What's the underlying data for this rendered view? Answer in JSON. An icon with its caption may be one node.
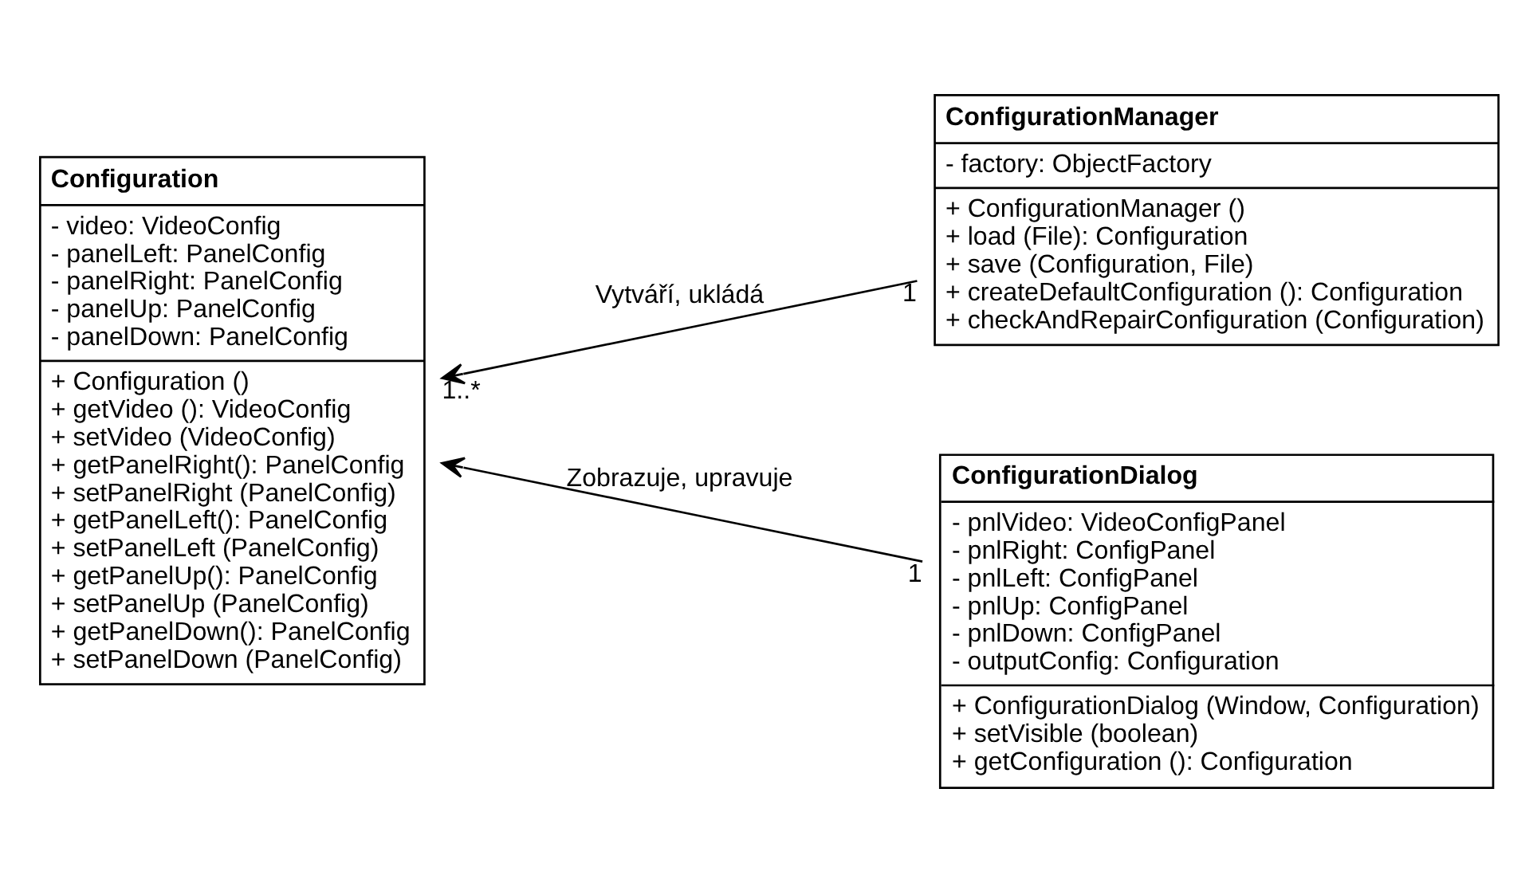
{
  "diagram": {
    "nodes": [
      {
        "text": [
          "Configuration",
          "- video: VideoConfig",
          "- panelLeft: PanelConfig",
          "- panelRight: PanelConfig",
          "- panelUp: PanelConfig",
          "- panelDown: PanelConfig",
          "+ Configuration ()",
          "+ getVideo (): VideoConfig",
          "+ setVideo (VideoConfig)",
          "+ getPanelRight(): PanelConfig",
          "+ setPanelRight (PanelConfig)",
          "+ getPanelLeft(): PanelConfig",
          "+ setPanelLeft (PanelConfig)",
          "+ getPanelUp(): PanelConfig",
          "+ setPanelUp (PanelConfig)",
          "+ getPanelDown(): PanelConfig",
          "+ setPanelDown (PanelConfig)"
        ]
      },
      {
        "text": [
          "ConfigurationManager",
          "- factory: ObjectFactory",
          "+ ConfigurationManager ()",
          "+ load (File): Configuration",
          "+ save (Configuration, File)",
          "+ createDefaultConfiguration (): Configuration",
          "+ checkAndRepairConfiguration (Configuration)"
        ]
      },
      {
        "text": [
          "ConfigurationDialog",
          "- pnlVideo: VideoConfigPanel",
          "- pnlRight: ConfigPanel",
          "- pnlLeft: ConfigPanel",
          "- pnlUp: ConfigPanel",
          "- pnlDown: ConfigPanel",
          "- outputConfig: Configuration",
          "+ ConfigurationDialog (Window, Configuration)",
          "+ setVisible (boolean)",
          "+ getConfiguration (): Configuration"
        ]
      }
    ],
    "edges": [
      {
        "from": 1,
        "to": 0,
        "arrow": "to",
        "label": "Vytváří, ukládá"
      },
      {
        "from": 2,
        "to": 0,
        "arrow": "to",
        "label": "Zobrazuje, upravuje"
      }
    ],
    "labels": [
      "1",
      "1..*",
      "1"
    ]
  }
}
